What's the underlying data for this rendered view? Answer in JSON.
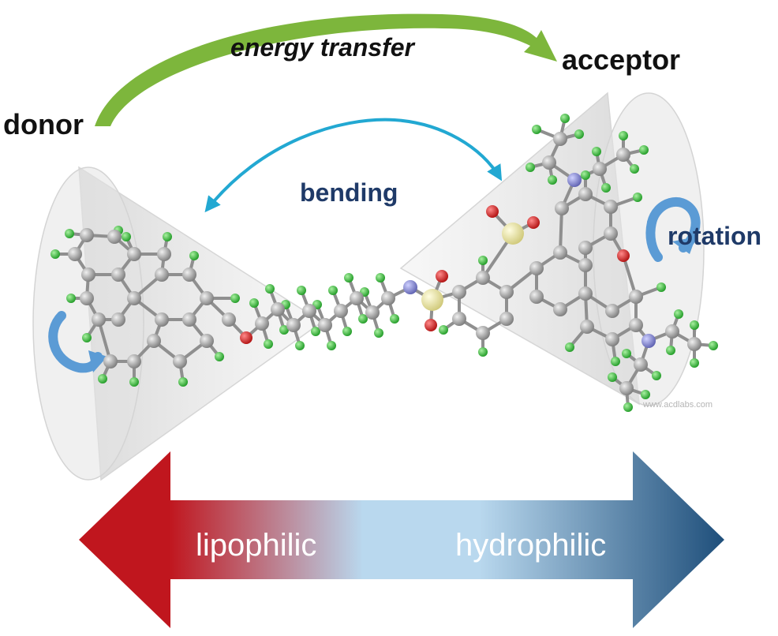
{
  "labels": {
    "donor": "donor",
    "acceptor": "acceptor",
    "energy_transfer": "energy transfer",
    "bending": "bending",
    "rotation": "rotation",
    "lipophilic": "lipophilic",
    "hydrophilic": "hydrophilic",
    "watermark": "www.acdlabs.com"
  },
  "colors": {
    "energy_arrow": "#7db63c",
    "bending_arrow": "#22a8d2",
    "rotation_arrow": "#5b9bd5",
    "lipophilic_end": "#c0161e",
    "gradient_mid": "#b9d8ee",
    "hydrophilic_end": "#1f4f7b",
    "carbon": "#9a9a9a",
    "hydrogen": "#39c13a",
    "oxygen": "#d11b1b",
    "nitrogen": "#7d7fc4",
    "sulfur": "#e8e3a0",
    "cone": "#e9e9e9"
  }
}
